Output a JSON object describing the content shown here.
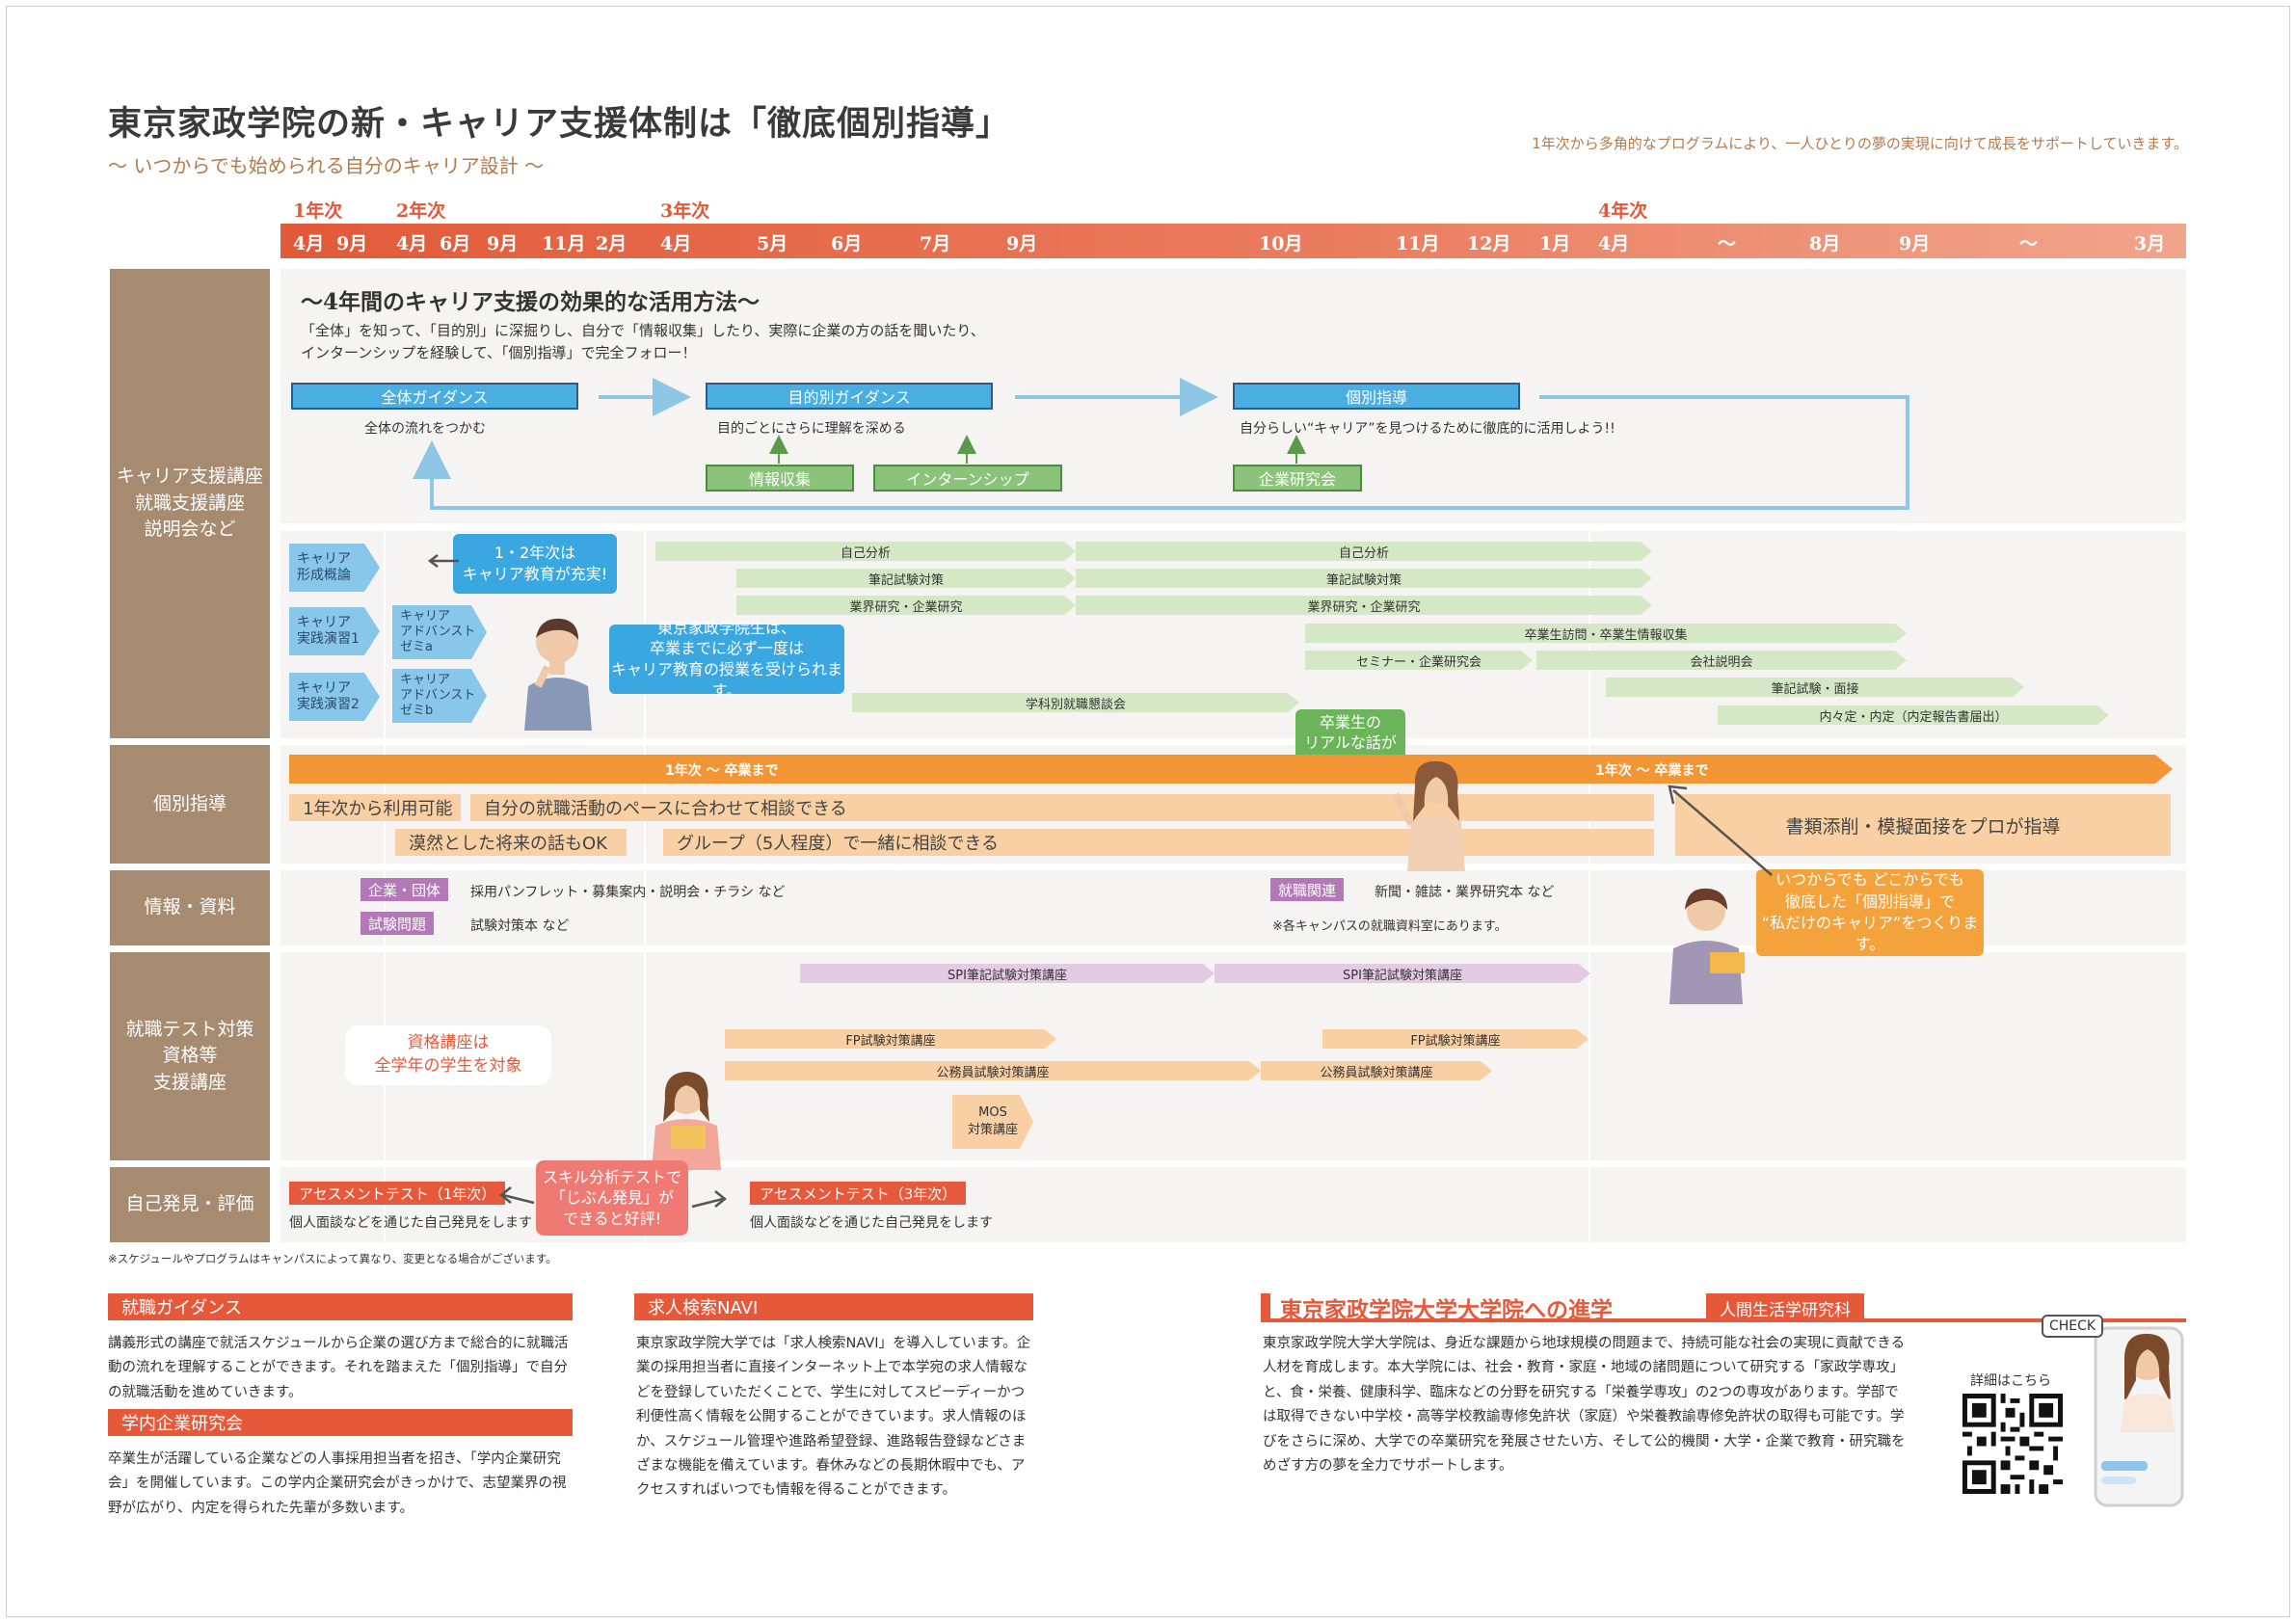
{
  "header": {
    "title": "東京家政学院の新・キャリア支援体制は「徹底個別指導」",
    "subtitle": "〜 いつからでも始められる自分のキャリア設計 〜",
    "tagline": "1年次から多角的なプログラムにより、一人ひとりの夢の実現に向けて成長をサポートしていきます。"
  },
  "timeline": {
    "years": [
      {
        "label": "1年次"
      },
      {
        "label": "2年次"
      },
      {
        "label": "3年次"
      },
      {
        "label": "4年次"
      }
    ],
    "months": [
      "4月",
      "9月",
      "4月",
      "6月",
      "9月",
      "11月",
      "2月",
      "4月",
      "5月",
      "6月",
      "7月",
      "9月",
      "10月",
      "11月",
      "12月",
      "1月",
      "4月",
      "〜",
      "8月",
      "9月",
      "〜",
      "3月"
    ]
  },
  "rows": {
    "career": "キャリア支援講座\n就職支援講座\n説明会など",
    "individual": "個別指導",
    "info": "情報・資料",
    "test": "就職テスト対策\n資格等\n支援講座",
    "self": "自己発見・評価"
  },
  "guide": {
    "heading": "〜4年間のキャリア支援の効果的な活用方法〜",
    "desc1": "「全体」を知って、「目的別」に深掘りし、自分で「情報収集」したり、実際に企業の方の話を聞いたり、",
    "desc2": "インターンシップを経験して、「個別指導」で完全フォロー！",
    "box1": "全体ガイダンス",
    "cap1": "全体の流れをつかむ",
    "box2": "目的別ガイダンス",
    "cap2": "目的ごとにさらに理解を深める",
    "box3": "個別指導",
    "cap3": "自分らしい“キャリア”を見つけるために徹底的に活用しよう!!",
    "sub1": "情報収集",
    "sub2": "インターンシップ",
    "sub3": "企業研究会"
  },
  "career_courses": {
    "c1": "キャリア\n形成概論",
    "c2": "キャリア\n実践演習1",
    "c3": "キャリア\n実践演習2",
    "a1": "キャリア\nアドバンスト\nゼミa",
    "a2": "キャリア\nアドバンスト\nゼミb",
    "bubble1": "1・2年次は\nキャリア教育が充実!",
    "bubble2": "東京家政学院生は、\n卒業までに必ず一度は\nキャリア教育の授業を受けられます。",
    "bubble3": "卒業生の\nリアルな話が\n参考になる!",
    "bars": [
      "自己分析",
      "自己分析",
      "筆記試験対策",
      "筆記試験対策",
      "業界研究・企業研究",
      "業界研究・企業研究",
      "卒業生訪問・卒業生情報収集",
      "セミナー・企業研究会",
      "会社説明会",
      "学科別就職懇談会",
      "筆記試験・面接",
      "内々定・内定（内定報告書届出）"
    ]
  },
  "individual": {
    "bar1": "1年次 〜 卒業まで",
    "bar2": "1年次 〜 卒業まで",
    "b1": "1年次から利用可能",
    "b2": "自分の就職活動のペースに合わせて相談できる",
    "b3": "漠然とした将来の話もOK",
    "b4": "グループ（5人程度）で一緒に相談できる",
    "b5": "書類添削・模擬面接をプロが指導",
    "bubble": "いつからでも どこからでも\n徹底した「個別指導」で\n“私だけのキャリア”をつくります。"
  },
  "info": {
    "tag1": "企業・団体",
    "text1": "採用パンフレット・募集案内・説明会・チラシ など",
    "tag2": "試験問題",
    "text2": "試験対策本 など",
    "tag3": "就職関連",
    "text3": "新聞・雑誌・業界研究本 など",
    "note": "※各キャンパスの就職資料室にあります。"
  },
  "test": {
    "spi1": "SPI筆記試験対策講座",
    "spi2": "SPI筆記試験対策講座",
    "fp1": "FP試験対策講座",
    "fp2": "FP試験対策講座",
    "kou1": "公務員試験対策講座",
    "kou2": "公務員試験対策講座",
    "mos": "MOS\n対策講座",
    "bubble": "資格講座は\n全学年の学生を対象"
  },
  "self": {
    "tag1": "アセスメントテスト（1年次）",
    "text1": "個人面談などを通じた自己発見をします",
    "tag2": "アセスメントテスト（3年次）",
    "text2": "個人面談などを通じた自己発見をします",
    "bubble": "スキル分析テストで\n「じぶん発見」が\nできると好評!"
  },
  "footnote": "※スケジュールやプログラムはキャンパスによって異なり、変更となる場合がございます。",
  "sections": {
    "s1_title": "就職ガイダンス",
    "s1_text": "講義形式の講座で就活スケジュールから企業の選び方まで総合的に就職活動の流れを理解することができます。それを踏まえた「個別指導」で自分の就職活動を進めていきます。",
    "s2_title": "学内企業研究会",
    "s2_text": "卒業生が活躍している企業などの人事採用担当者を招き、「学内企業研究会」を開催しています。この学内企業研究会がきっかけで、志望業界の視野が広がり、内定を得られた先輩が多数います。",
    "s3_title": "求人検索NAVI",
    "s3_text": "東京家政学院大学では「求人検索NAVI」を導入しています。企業の採用担当者に直接インターネット上で本学宛の求人情報などを登録していただくことで、学生に対してスピーディーかつ利便性高く情報を公開することができています。求人情報のほか、スケジュール管理や進路希望登録、進路報告登録などさまざまな機能を備えています。春休みなどの長期休暇中でも、アクセスすればいつでも情報を得ることができます。",
    "s4_title": "東京家政学院大学大学院への進学",
    "s4_sub": "人間生活学研究科",
    "s4_text": "東京家政学院大学大学院は、身近な課題から地球規模の問題まで、持続可能な社会の実現に貢献できる人材を育成します。本大学院には、社会・教育・家庭・地域の諸問題について研究する「家政学専攻」と、食・栄養、健康科学、臨床などの分野を研究する「栄養学専攻」の2つの専攻があります。学部では取得できない中学校・高等学校教諭専修免許状（家庭）や栄養教諭専修免許状の取得も可能です。学びをさらに深め、大学での卒業研究を発展させたい方、そして公的機関・大学・企業で教育・研究職をめざす方の夢を全力でサポートします。",
    "qr_label": "詳細はこちら",
    "check": "CHECK"
  },
  "colors": {
    "accent": "#e5593a",
    "label_bg": "#a68b70",
    "blue": "#4aaee0",
    "green": "#8bc37a",
    "orange": "#f29535"
  }
}
